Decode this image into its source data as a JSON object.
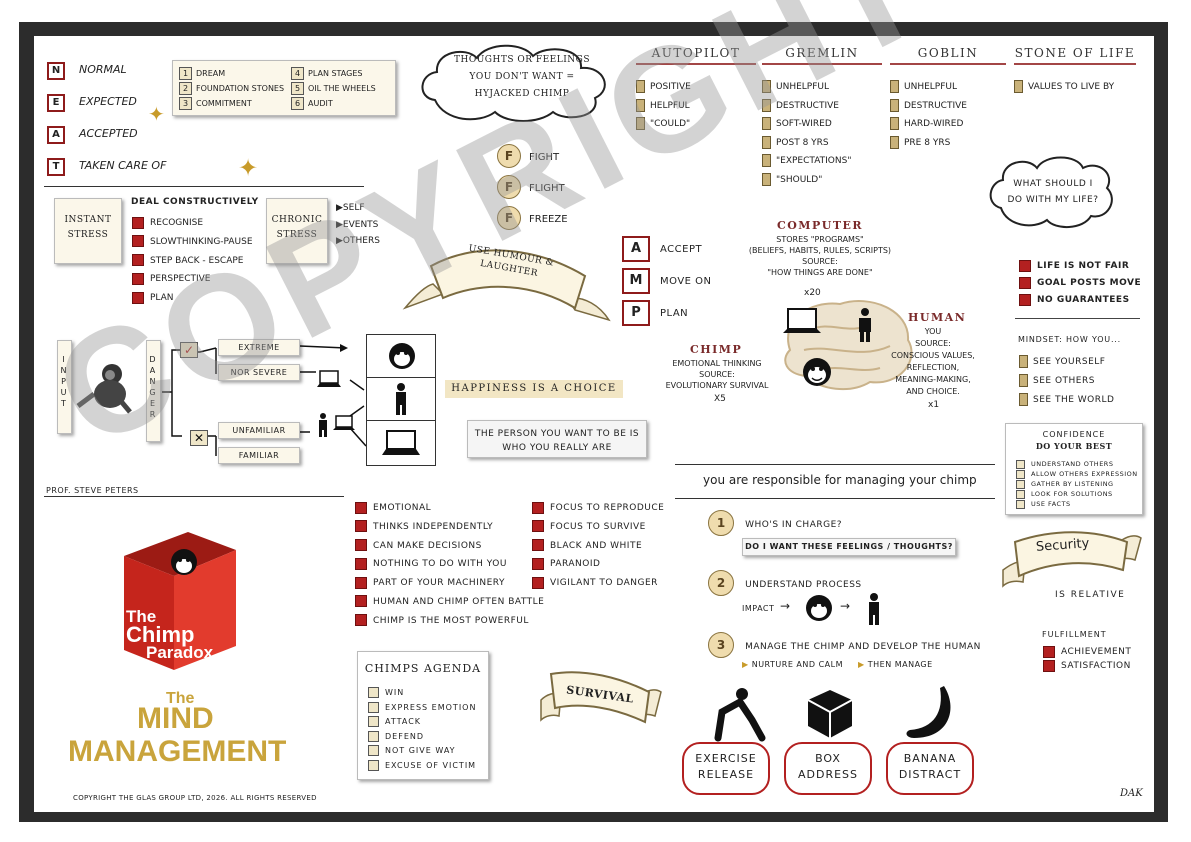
{
  "neat": [
    {
      "letter": "N",
      "label": "NORMAL"
    },
    {
      "letter": "E",
      "label": "EXPECTED"
    },
    {
      "letter": "A",
      "label": "ACCEPTED"
    },
    {
      "letter": "T",
      "label": "TAKEN CARE OF"
    }
  ],
  "stages": [
    {
      "n": "1",
      "label": "DREAM"
    },
    {
      "n": "4",
      "label": "PLAN STAGES"
    },
    {
      "n": "2",
      "label": "FOUNDATION STONES"
    },
    {
      "n": "5",
      "label": "OIL THE WHEELS"
    },
    {
      "n": "3",
      "label": "COMMITMENT"
    },
    {
      "n": "6",
      "label": "AUDIT"
    }
  ],
  "thought_cloud": "THOUGHTS OR FEELINGS YOU DON'T WANT = HYJACKED CHIMP",
  "fff": [
    {
      "letter": "F",
      "label": "FIGHT"
    },
    {
      "letter": "F",
      "label": "FLIGHT"
    },
    {
      "letter": "F",
      "label": "FREEZE"
    }
  ],
  "columns": {
    "autopilot": {
      "title": "AUTOPILOT",
      "items": [
        "POSITIVE",
        "HELPFUL",
        "\"COULD\""
      ]
    },
    "gremlin": {
      "title": "GREMLIN",
      "items": [
        "UNHELPFUL",
        "DESTRUCTIVE",
        "SOFT-WIRED",
        "POST 8 YRS",
        "\"EXPECTATIONS\"",
        "\"SHOULD\""
      ]
    },
    "goblin": {
      "title": "GOBLIN",
      "items": [
        "UNHELPFUL",
        "DESTRUCTIVE",
        "HARD-WIRED",
        "PRE 8 YRS"
      ]
    },
    "stone": {
      "title": "STONE OF LIFE",
      "items": [
        "VALUES TO LIVE BY"
      ]
    }
  },
  "life_cloud": "WHAT SHOULD I DO WITH MY LIFE?",
  "stress": {
    "instant": "INSTANT STRESS",
    "chronic": "CHRONIC STRESS",
    "deal_title": "DEAL CONSTRUCTIVELY",
    "deal_items": [
      "RECOGNISE",
      "SLOWTHINKING-PAUSE",
      "STEP BACK - ESCAPE",
      "PERSPECTIVE",
      "PLAN"
    ],
    "chronic_items": [
      "SELF",
      "EVENTS",
      "OTHERS"
    ]
  },
  "humour_banner": "USE HUMOUR & LAUGHTER",
  "amp": [
    {
      "letter": "A",
      "label": "ACCEPT"
    },
    {
      "letter": "M",
      "label": "MOVE ON"
    },
    {
      "letter": "P",
      "label": "PLAN"
    }
  ],
  "computer": {
    "title": "COMPUTER",
    "line1": "STORES \"PROGRAMS\"",
    "line2": "(BELIEFS, HABITS, RULES, SCRIPTS)",
    "line3": "SOURCE:",
    "line4": "\"HOW THINGS ARE DONE\"",
    "mult": "x20"
  },
  "chimp_info": {
    "title": "CHIMP",
    "line1": "EMOTIONAL THINKING",
    "line2": "SOURCE:",
    "line3": "EVOLUTIONARY SURVIVAL",
    "mult": "X5"
  },
  "human_info": {
    "title": "HUMAN",
    "line1": "YOU",
    "line2": "SOURCE:",
    "line3": "CONSCIOUS VALUES,",
    "line4": "REFLECTION,",
    "line5": "MEANING-MAKING,",
    "line6": "AND CHOICE.",
    "mult": "x1"
  },
  "fair": [
    "LIFE IS NOT FAIR",
    "GOAL POSTS MOVE",
    "NO GUARANTEES"
  ],
  "mindset": {
    "title": "MINDSET: HOW YOU...",
    "items": [
      "SEE YOURSELF",
      "SEE OTHERS",
      "SEE THE WORLD"
    ]
  },
  "flow": {
    "input": "INPUT",
    "danger": "DANGER",
    "extreme": "EXTREME",
    "nor_severe": "NOR SEVERE",
    "unfamiliar": "UNFAMILIAR",
    "familiar": "FAMILIAR"
  },
  "happiness": "HAPPINESS IS A CHOICE",
  "person_note": "THE PERSON YOU WANT TO BE IS WHO YOU REALLY ARE",
  "confidence": {
    "title": "CONFIDENCE",
    "subtitle": "DO YOUR BEST",
    "items": [
      "UNDERSTAND OTHERS",
      "ALLOW OTHERS EXPRESSION",
      "GATHER BY LISTENING",
      "LOOK FOR SOLUTIONS",
      "USE FACTS"
    ]
  },
  "author": "PROF. STEVE PETERS",
  "responsible": "you are responsible for managing your chimp",
  "chimp_traits_left": [
    "EMOTIONAL",
    "THINKS INDEPENDENTLY",
    "CAN MAKE DECISIONS",
    "NOTHING TO DO WITH YOU",
    "PART OF YOUR MACHINERY",
    "HUMAN AND CHIMP OFTEN BATTLE",
    "CHIMP IS THE MOST POWERFUL"
  ],
  "chimp_traits_right": [
    "FOCUS TO REPRODUCE",
    "FOCUS TO SURVIVE",
    "BLACK AND WHITE",
    "PARANOID",
    "VIGILANT TO DANGER"
  ],
  "steps": {
    "s1": "WHO'S IN CHARGE?",
    "s1_note": "DO I WANT THESE FEELINGS / THOUGHTS?",
    "s2": "UNDERSTAND PROCESS",
    "s2_impact": "IMPACT",
    "s3": "MANAGE THE CHIMP AND DEVELOP THE HUMAN",
    "nurture": "NURTURE AND CALM",
    "then": "THEN MANAGE"
  },
  "security": {
    "banner": "Security",
    "sub": "IS RELATIVE"
  },
  "fulfillment": {
    "title": "FULFILLMENT",
    "items": [
      "ACHIEVEMENT",
      "SATISFACTION"
    ]
  },
  "book": {
    "the": "The",
    "chimp": "Chimp",
    "paradox": "Paradox",
    "the2": "The",
    "mind": "MIND",
    "management": "MANAGEMENT"
  },
  "agenda": {
    "title": "CHIMPS AGENDA",
    "items": [
      "WIN",
      "EXPRESS EMOTION",
      "ATTACK",
      "DEFEND",
      "NOT GIVE WAY",
      "EXCUSE OF VICTIM"
    ]
  },
  "survival": "SURVIVAL",
  "pills": [
    {
      "l1": "EXERCISE",
      "l2": "RELEASE"
    },
    {
      "l1": "BOX",
      "l2": "ADDRESS"
    },
    {
      "l1": "BANANA",
      "l2": "DISTRACT"
    }
  ],
  "copyright_line": "COPYRIGHT THE GLAS GROUP LTD, 2026. ALL RIGHTS RESERVED",
  "watermark": "COPYRIGHT",
  "signature": "DAK"
}
